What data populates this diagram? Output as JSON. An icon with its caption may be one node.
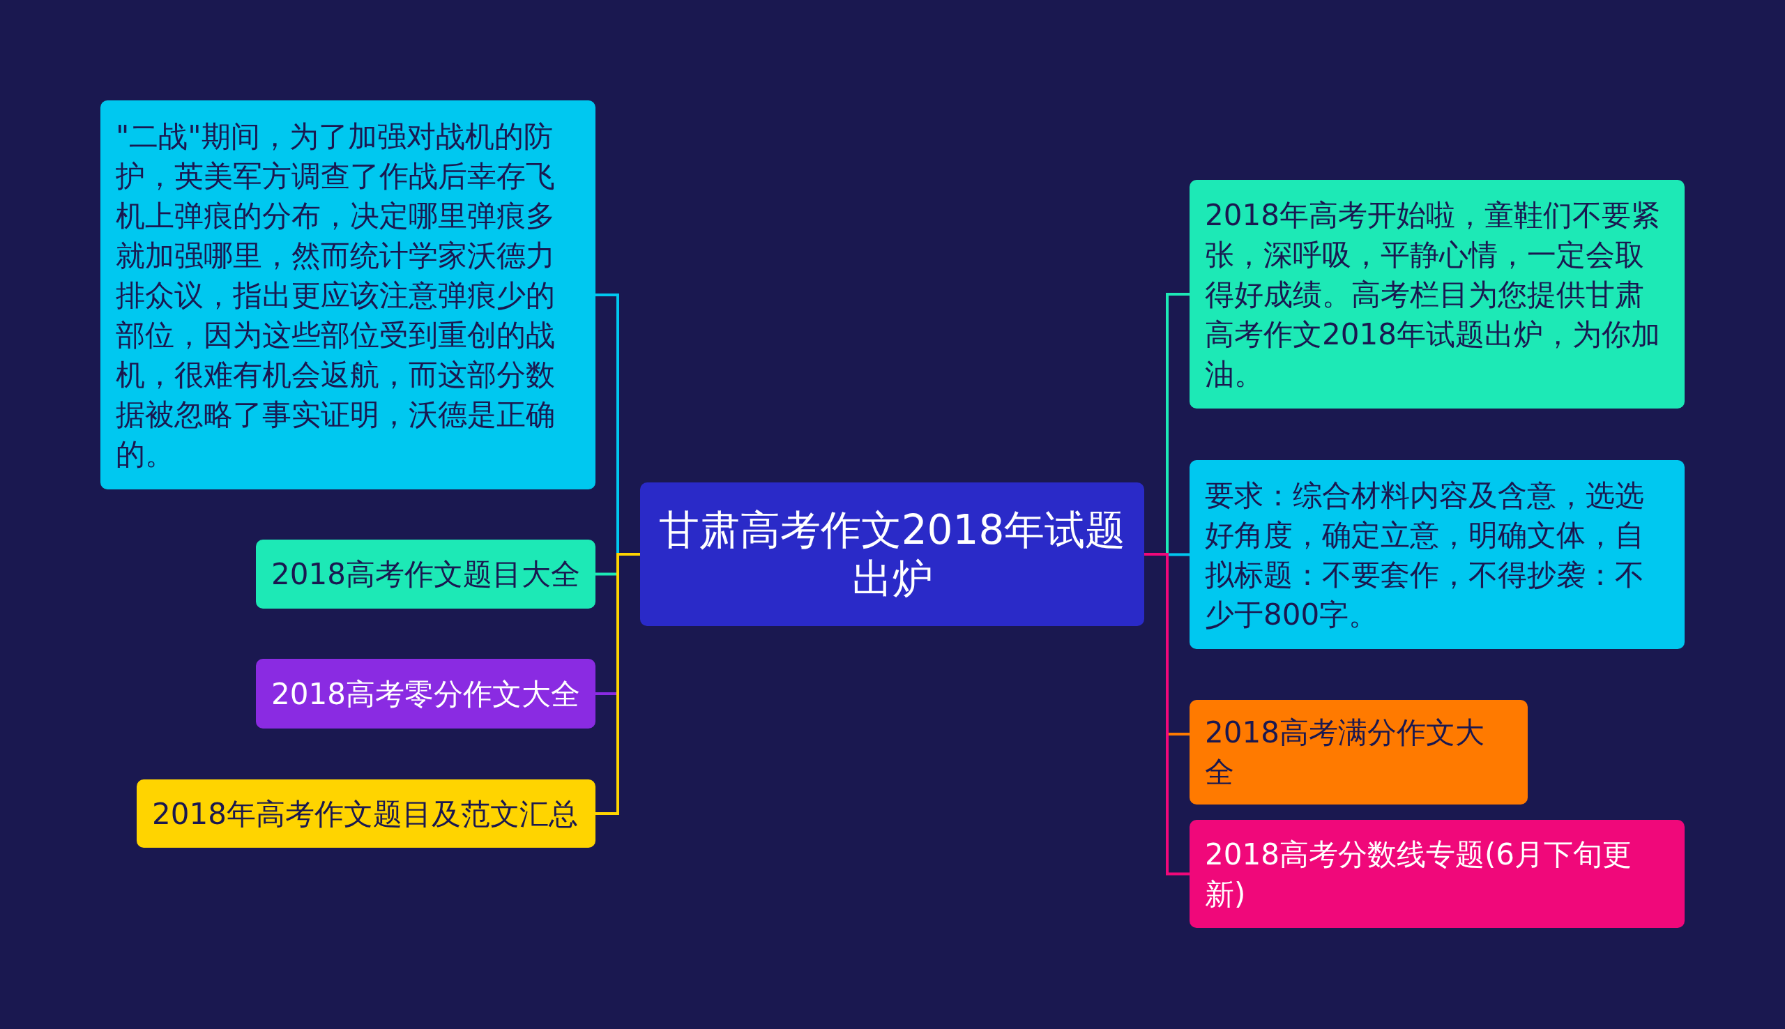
{
  "diagram": {
    "nodes": [
      {
        "text": [
          "甘肃高考作文2018年试题出炉"
        ]
      },
      {
        "text": [
          "\"二战\"期间，为了加强对战机的防护，英美军方调查了作战后幸存飞机上弹痕的分布，决定哪里弹痕多就加强哪里，然而统计学家沃德力排众议，指出更应该注意弹痕少的部位，因为这些部位受到重创的战机，很难有机会返航，而这部分数据被忽略了事实证明，沃德是正确的。"
        ]
      },
      {
        "text": [
          "2018高考作文题目大全"
        ]
      },
      {
        "text": [
          "2018高考零分作文大全"
        ]
      },
      {
        "text": [
          "2018年高考作文题目及范文汇总"
        ]
      },
      {
        "text": [
          "2018年高考开始啦，童鞋们不要紧张，深呼吸，平静心情，一定会取得好成绩。高考栏目为您提供甘肃高考作文2018年试题出炉，为你加油。"
        ]
      },
      {
        "text": [
          "要求：综合材料内容及含意，选选好角度，确定立意，明确文体，自拟标题：不要套作，不得抄袭：不少于800字。"
        ]
      },
      {
        "text": [
          "2018高考满分作文大全"
        ]
      },
      {
        "text": [
          "2018高考分数线专题(6月下旬更新)"
        ]
      }
    ],
    "edges": [
      {
        "from": 0,
        "to": 1,
        "arrow": "none",
        "color": "#00c8f0"
      },
      {
        "from": 0,
        "to": 2,
        "arrow": "none",
        "color": "#1de9b6"
      },
      {
        "from": 0,
        "to": 3,
        "arrow": "none",
        "color": "#8a2be2"
      },
      {
        "from": 0,
        "to": 4,
        "arrow": "none",
        "color": "#ffd400"
      },
      {
        "from": 0,
        "to": 5,
        "arrow": "none",
        "color": "#1de9b6"
      },
      {
        "from": 0,
        "to": 6,
        "arrow": "none",
        "color": "#00c8f0"
      },
      {
        "from": 0,
        "to": 7,
        "arrow": "none",
        "color": "#ff7a00"
      },
      {
        "from": 0,
        "to": 8,
        "arrow": "none",
        "color": "#f0087a"
      }
    ]
  }
}
